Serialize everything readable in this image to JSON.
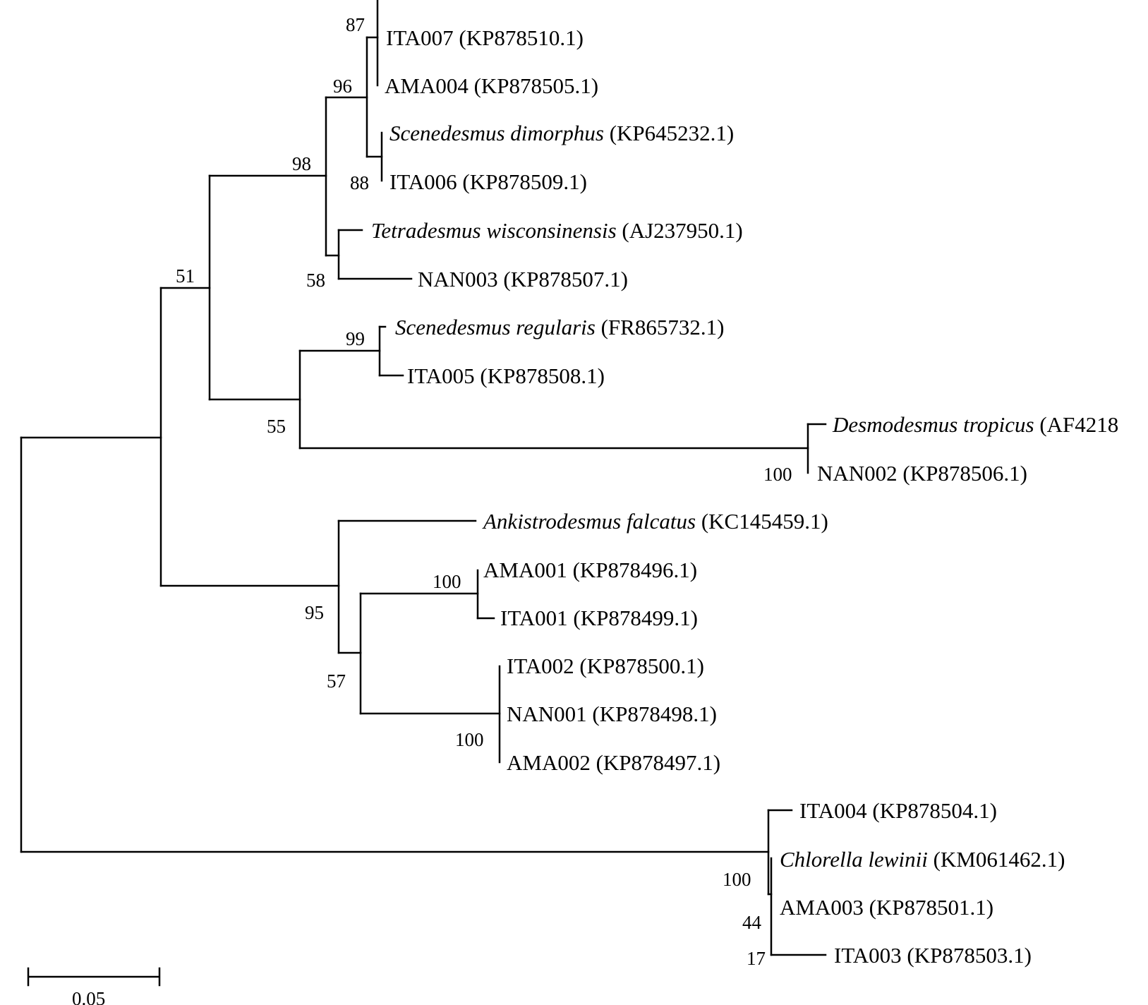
{
  "tree": {
    "leaves": [
      {
        "id": "ita007",
        "name": "ITA007",
        "accession": "(KP878510.1)",
        "italic": false
      },
      {
        "id": "ama004",
        "name": "AMA004",
        "accession": "(KP878505.1)",
        "italic": false
      },
      {
        "id": "s-dimorphus",
        "name": "Scenedesmus dimorphus",
        "accession": "(KP645232.1)",
        "italic": true
      },
      {
        "id": "ita006",
        "name": "ITA006",
        "accession": "(KP878509.1)",
        "italic": false
      },
      {
        "id": "t-wisconsinensis",
        "name": "Tetradesmus wisconsinensis",
        "accession": "(AJ237950.1)",
        "italic": true
      },
      {
        "id": "nan003",
        "name": "NAN003",
        "accession": "(KP878507.1)",
        "italic": false
      },
      {
        "id": "s-regularis",
        "name": "Scenedesmus regularis",
        "accession": "(FR865732.1)",
        "italic": true
      },
      {
        "id": "ita005",
        "name": "ITA005",
        "accession": "(KP878508.1)",
        "italic": false
      },
      {
        "id": "d-tropicus",
        "name": "Desmodesmus tropicus",
        "accession": "(AF4218",
        "italic": true
      },
      {
        "id": "nan002",
        "name": "NAN002",
        "accession": "(KP878506.1)",
        "italic": false
      },
      {
        "id": "a-falcatus",
        "name": "Ankistrodesmus falcatus",
        "accession": "(KC145459.1)",
        "italic": true
      },
      {
        "id": "ama001",
        "name": "AMA001",
        "accession": "(KP878496.1)",
        "italic": false
      },
      {
        "id": "ita001",
        "name": "ITA001",
        "accession": "(KP878499.1)",
        "italic": false
      },
      {
        "id": "ita002",
        "name": "ITA002",
        "accession": "(KP878500.1)",
        "italic": false
      },
      {
        "id": "nan001",
        "name": "NAN001",
        "accession": "(KP878498.1)",
        "italic": false
      },
      {
        "id": "ama002",
        "name": "AMA002",
        "accession": "(KP878497.1)",
        "italic": false
      },
      {
        "id": "ita004",
        "name": "ITA004",
        "accession": "(KP878504.1)",
        "italic": false
      },
      {
        "id": "c-lewinii",
        "name": "Chlorella lewinii",
        "accession": "(KM061462.1)",
        "italic": true
      },
      {
        "id": "ama003",
        "name": "AMA003",
        "accession": "(KP878501.1)",
        "italic": false
      },
      {
        "id": "ita003",
        "name": "ITA003",
        "accession": "(KP878503.1)",
        "italic": false
      }
    ],
    "bootstrap": [
      "87",
      "96",
      "98",
      "88",
      "58",
      "51",
      "99",
      "55",
      "100",
      "95",
      "100",
      "57",
      "100",
      "100",
      "44",
      "17"
    ],
    "scale_bar_label": "0.05"
  }
}
